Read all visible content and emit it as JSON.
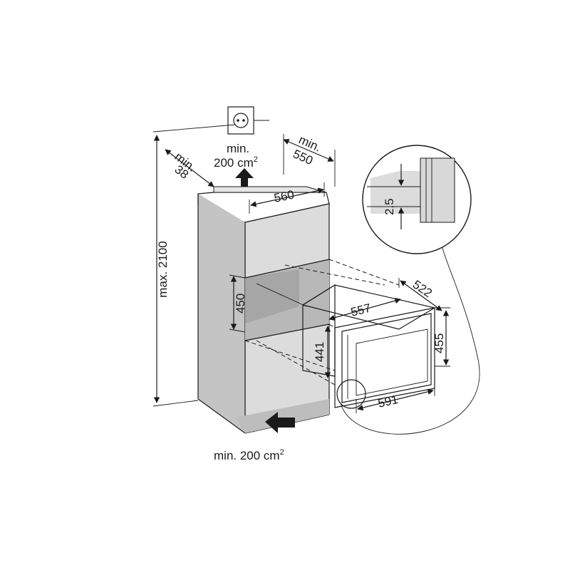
{
  "dimensions": {
    "max_height": "max. 2100",
    "min_38_a": "min.",
    "min_38_b": "38",
    "min_550_a": "min.",
    "min_550_b": "550",
    "vent_top_min": "min.",
    "vent_top_value": "200 cm",
    "vent_top_sup": "2",
    "niche_width": "560",
    "niche_height": "450",
    "appliance_width_front": "557",
    "appliance_depth": "522",
    "appliance_height_441": "441",
    "appliance_height_455": "455",
    "appliance_width_591": "591",
    "gap_detail": "2,5",
    "vent_bottom_value": "min. 200 cm",
    "vent_bottom_sup": "2"
  },
  "colors": {
    "cabinet": "#dcdcdc",
    "cabinet_dark": "#c4c4c4",
    "appliance": "#d6d6d6",
    "line": "#1a1a1a"
  },
  "icons": {
    "socket": "power-socket-icon",
    "airflow_up": "arrow-up-icon",
    "airflow_in": "arrow-left-icon"
  }
}
